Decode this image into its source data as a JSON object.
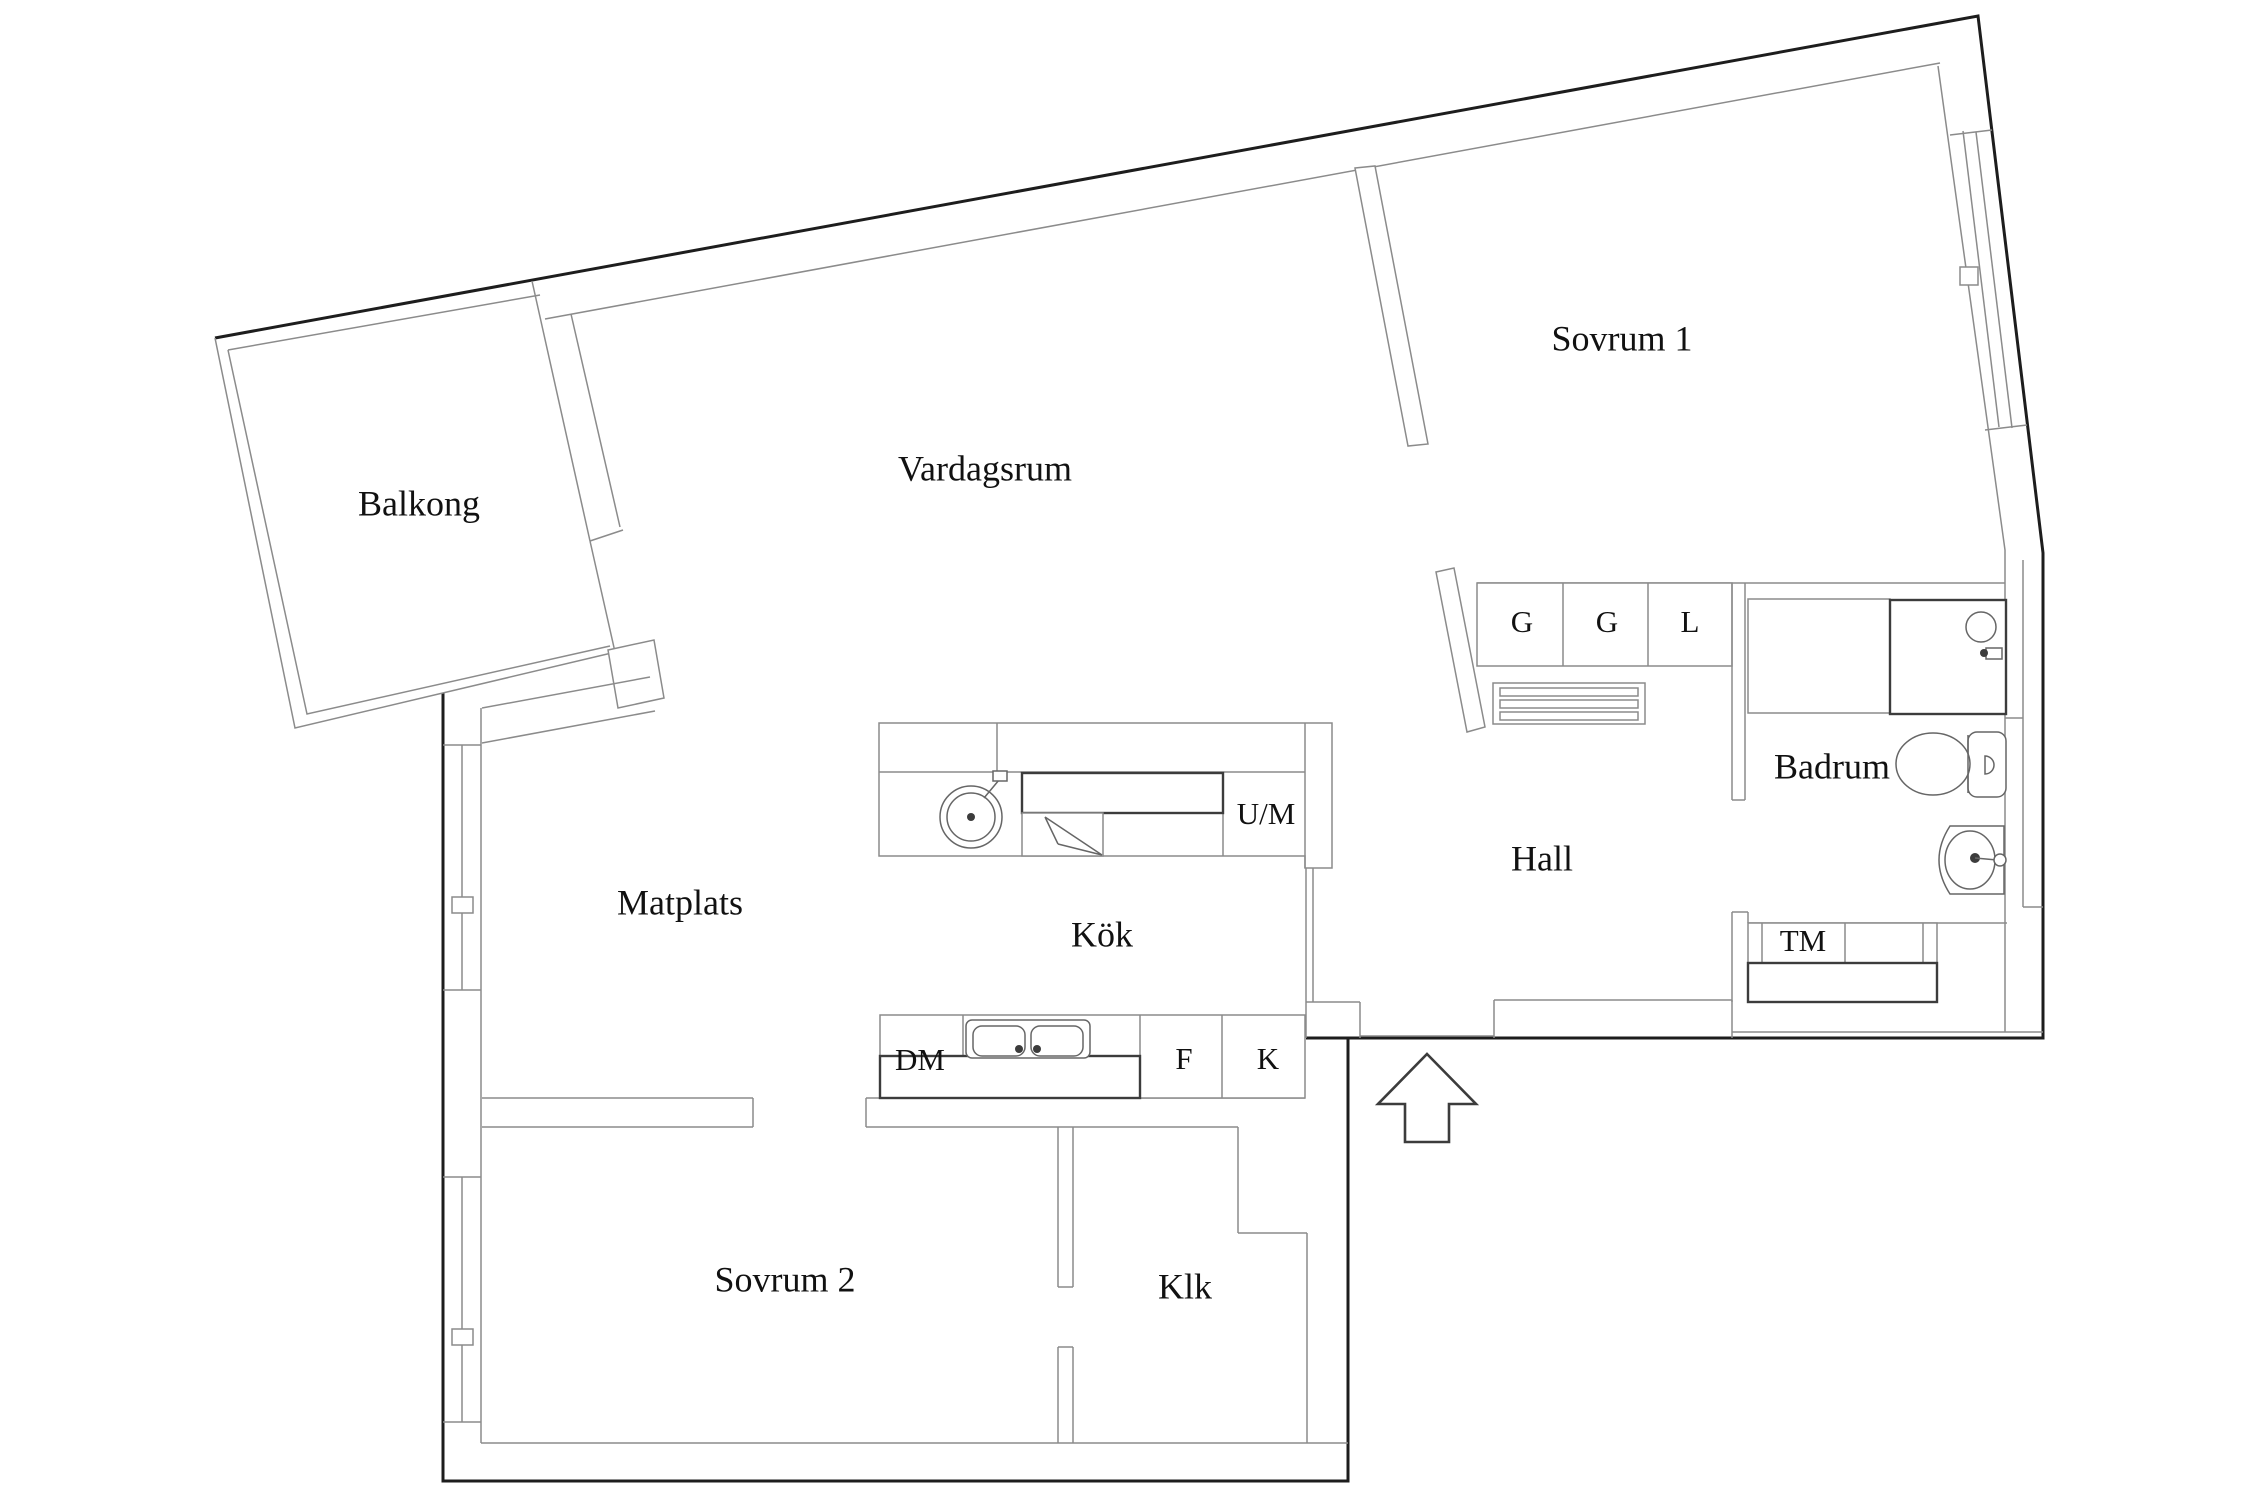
{
  "page": {
    "title": "Apartment floor plan",
    "kind": "architectural-floor-plan",
    "language": "Swedish"
  },
  "colors": {
    "background": "#ffffff",
    "exterior_wall": "#1d1d1d",
    "interior_wall": "#8b8b8b",
    "fixture_line": "#666666",
    "counter_line": "#3c3c3c",
    "text": "#111111"
  },
  "labels": {
    "balkong": "Balkong",
    "vardagsrum": "Vardagsrum",
    "sovrum1": "Sovrum 1",
    "matplats": "Matplats",
    "kok": "Kök",
    "hall": "Hall",
    "badrum": "Badrum",
    "sovrum2": "Sovrum 2",
    "klk": "Klk",
    "closet_g1": "G",
    "closet_g2": "G",
    "closet_l": "L",
    "um": "U/M",
    "dm": "DM",
    "f": "F",
    "k": "K",
    "tm": "TM"
  },
  "icons": [
    "entrance-arrow-icon",
    "shower-icon",
    "toilet-icon",
    "bathroom-sink-icon",
    "kitchen-round-sink-icon",
    "double-sink-icon",
    "cooktop-icon",
    "oven-icon",
    "coat-rack-icon",
    "window-handle-icon"
  ]
}
